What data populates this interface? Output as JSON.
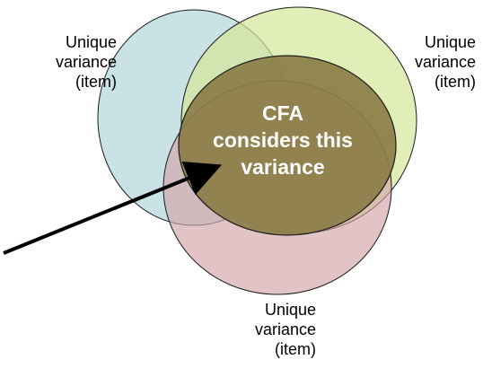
{
  "labels": {
    "left": {
      "line1": "Unique",
      "line2": "variance",
      "line3": "(item)"
    },
    "right": {
      "line1": "Unique",
      "line2": "variance",
      "line3": "(item)"
    },
    "bottom": {
      "line1": "Unique",
      "line2": "variance",
      "line3": "(item)"
    }
  },
  "center": {
    "line1": "CFA",
    "line2": "considers this",
    "line3": "variance"
  },
  "colors": {
    "circle_left": "#bfdde2",
    "circle_right": "#d6e79a",
    "circle_bottom": "#d2a5a8",
    "circle_center": "#8b7d48",
    "outline": "#1a1a1a",
    "center_text": "#ffffff"
  }
}
